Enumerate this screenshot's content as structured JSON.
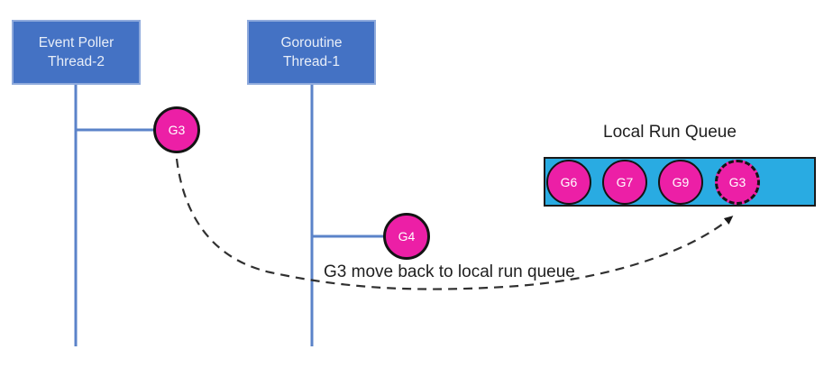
{
  "diagram": {
    "type": "goroutine-scheduling-diagram",
    "threads": [
      {
        "line1": "Event Poller",
        "line2": "Thread-2"
      },
      {
        "line1": "Goroutine",
        "line2": "Thread-1"
      }
    ],
    "goroutines": {
      "on_event_poller_thread": "G3",
      "on_goroutine_thread": "G4"
    },
    "queue": {
      "title": "Local Run Queue",
      "items": [
        "G6",
        "G7",
        "G9",
        "G3"
      ],
      "incoming_item_index": 3
    },
    "annotation": "G3 move back to local run queue",
    "colors": {
      "thread_box_fill": "#4472C4",
      "thread_box_border": "#8FAADC",
      "thread_box_text": "#E8EEF8",
      "connector_line": "#5B83C9",
      "goroutine_fill": "#EC1FA6",
      "goroutine_border": "#141414",
      "queue_fill": "#29ABE2",
      "queue_border": "#1A1A1A",
      "dashed_arrow": "#303030",
      "label_text": "#1F1F1F"
    }
  }
}
